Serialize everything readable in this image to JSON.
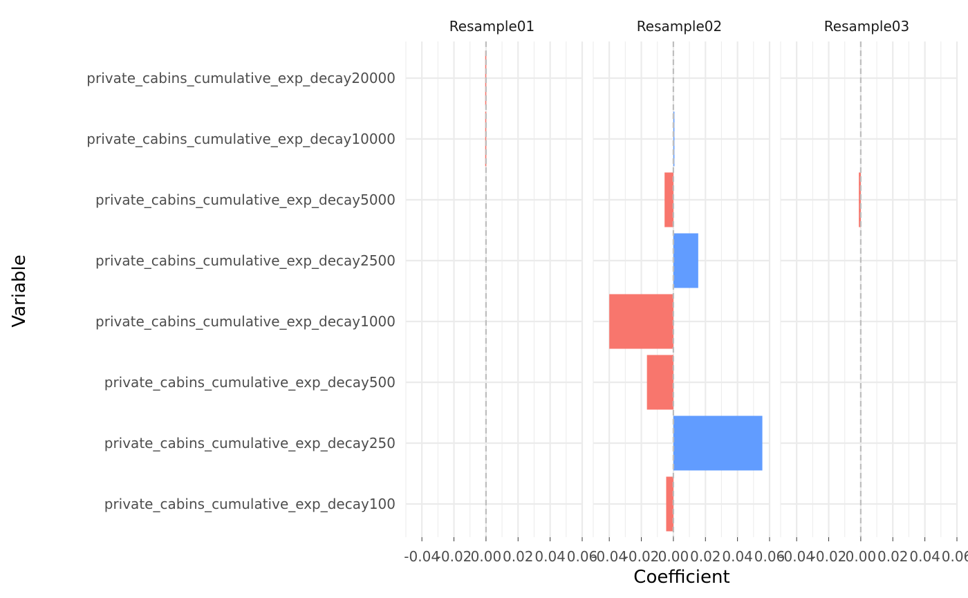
{
  "chart_data": {
    "type": "bar",
    "orientation": "horizontal",
    "facet_by": "resample",
    "xlabel": "Coefficient",
    "ylabel": "Variable",
    "xlim": [
      -0.05,
      0.06
    ],
    "x_ticks": [
      -0.04,
      -0.02,
      0.0,
      0.02,
      0.04,
      0.06
    ],
    "x_tick_labels": [
      "-0.04",
      "-0.02",
      "0.00",
      "0.02",
      "0.04",
      "0.06"
    ],
    "reference_line": 0,
    "grid": true,
    "legend": "none",
    "colors": {
      "negative": "#F8766D",
      "positive": "#619CFF",
      "zero_line": "#BEBEBE",
      "grid": "#EBEBEB"
    },
    "categories": [
      "private_cabins_cumulative_exp_decay20000",
      "private_cabins_cumulative_exp_decay10000",
      "private_cabins_cumulative_exp_decay5000",
      "private_cabins_cumulative_exp_decay2500",
      "private_cabins_cumulative_exp_decay1000",
      "private_cabins_cumulative_exp_decay500",
      "private_cabins_cumulative_exp_decay250",
      "private_cabins_cumulative_exp_decay100"
    ],
    "panels": [
      {
        "name": "Resample01",
        "values": [
          -0.0005,
          -0.0005,
          0,
          0,
          0,
          0,
          0,
          0
        ]
      },
      {
        "name": "Resample02",
        "values": [
          0,
          0.0005,
          -0.0055,
          0.0155,
          -0.04,
          -0.0165,
          0.0555,
          -0.0045
        ]
      },
      {
        "name": "Resample03",
        "values": [
          0,
          0,
          -0.0012,
          0,
          0,
          0,
          0,
          0
        ]
      }
    ]
  }
}
